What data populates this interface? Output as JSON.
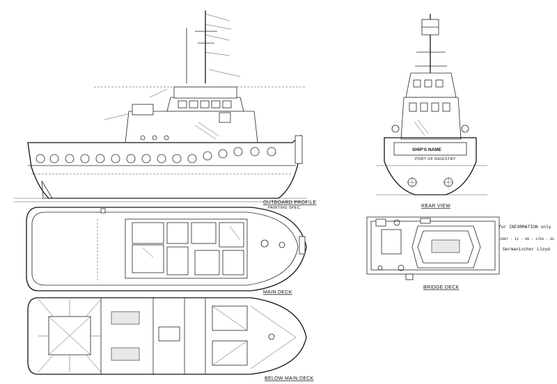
{
  "views": {
    "outboard_profile": {
      "title": "OUTBOARD PROFILE",
      "subtitle": "PAINTING SPEC."
    },
    "rear_view": {
      "title": "REAR VIEW",
      "nameboard": "SHIP'S NAME",
      "port_label": "PORT OF REGISTRY"
    },
    "main_deck": {
      "title": "MAIN DECK"
    },
    "bridge_deck": {
      "title": "BRIDGE DECK"
    },
    "below_main_deck": {
      "title": "BELOW MAIN DECK"
    }
  },
  "stamp": {
    "line1": "for INFORMATION only",
    "line2": "2007 - 11 - 09  - 1763 - 01",
    "line3": "Germanischer Lloyd"
  },
  "colors": {
    "ink": "#222222",
    "paper": "#ffffff"
  }
}
